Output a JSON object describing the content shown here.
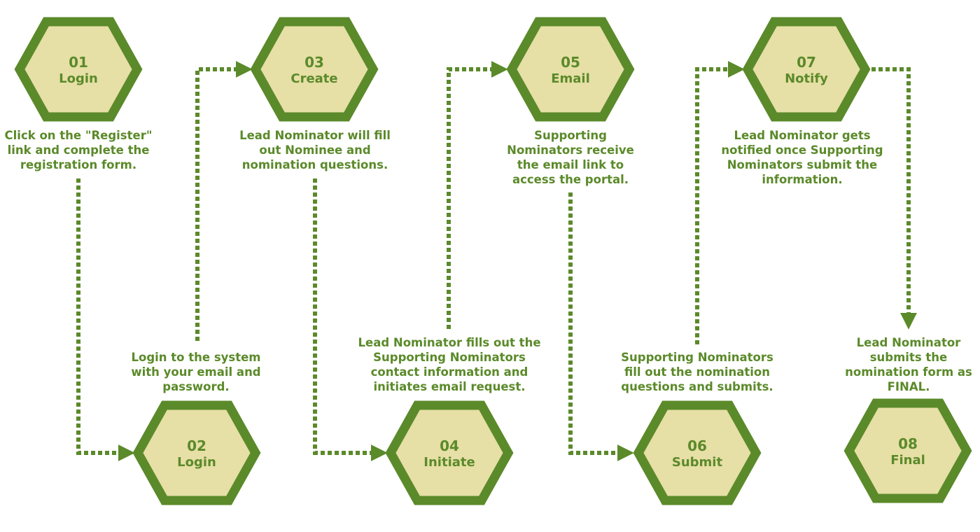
{
  "colors": {
    "hex_border": "#5b8a2a",
    "hex_fill": "#e6dfa6",
    "text": "#5b8a2a",
    "connector": "#5b8a2a"
  },
  "steps": [
    {
      "num": "01",
      "title": "Login",
      "desc": "Click on the \"Register\"\nlink and complete the\nregistration form."
    },
    {
      "num": "02",
      "title": "Login",
      "desc": "Login to the system\nwith your email and\npassword."
    },
    {
      "num": "03",
      "title": "Create",
      "desc": "Lead Nominator will fill\nout Nominee and\nnomination questions."
    },
    {
      "num": "04",
      "title": "Initiate",
      "desc": "Lead Nominator fills out the\nSupporting Nominators\ncontact information and\ninitiates email request."
    },
    {
      "num": "05",
      "title": "Email",
      "desc": "Supporting\nNominators receive\nthe email link to\naccess the portal."
    },
    {
      "num": "06",
      "title": "Submit",
      "desc": "Supporting Nominators\nfill out the nomination\nquestions and submits."
    },
    {
      "num": "07",
      "title": "Notify",
      "desc": "Lead Nominator gets\nnotified once Supporting\nNominators submit the\ninformation."
    },
    {
      "num": "08",
      "title": "Final",
      "desc": "Lead Nominator\nsubmits the\nnomination form as\nFINAL."
    }
  ]
}
